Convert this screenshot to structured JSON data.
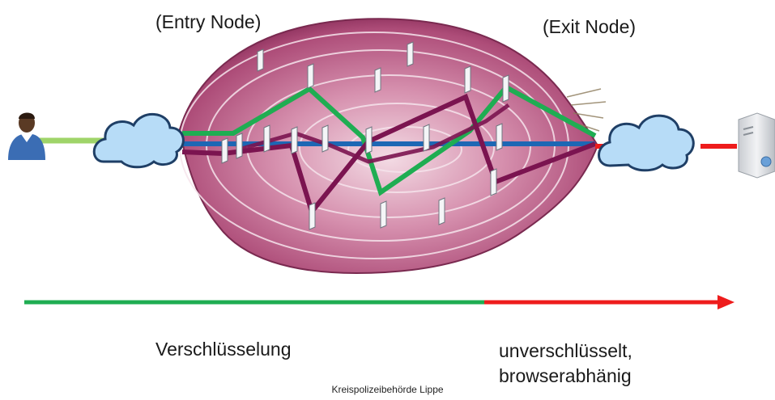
{
  "labels": {
    "entry_node": "(Entry Node)",
    "exit_node": "(Exit Node)",
    "encryption": "Verschlüsselung",
    "unencrypted_line1": "unverschlüsselt,",
    "unencrypted_line2": "browserabhänig"
  },
  "footer": "Kreispolizeibehörde  Lippe",
  "colors": {
    "encrypted_path": "#1fad52",
    "unencrypted_path": "#ee1c1c",
    "direct_path": "#1d67b4",
    "alt_path": "#7b1450",
    "cloud_fill": "#b7dcf7",
    "cloud_stroke": "#1f3f66",
    "onion": "#b2517c"
  },
  "icons": [
    "user-icon",
    "cloud-icon",
    "server-icon",
    "relay-node-icon",
    "arrow-icon"
  ]
}
